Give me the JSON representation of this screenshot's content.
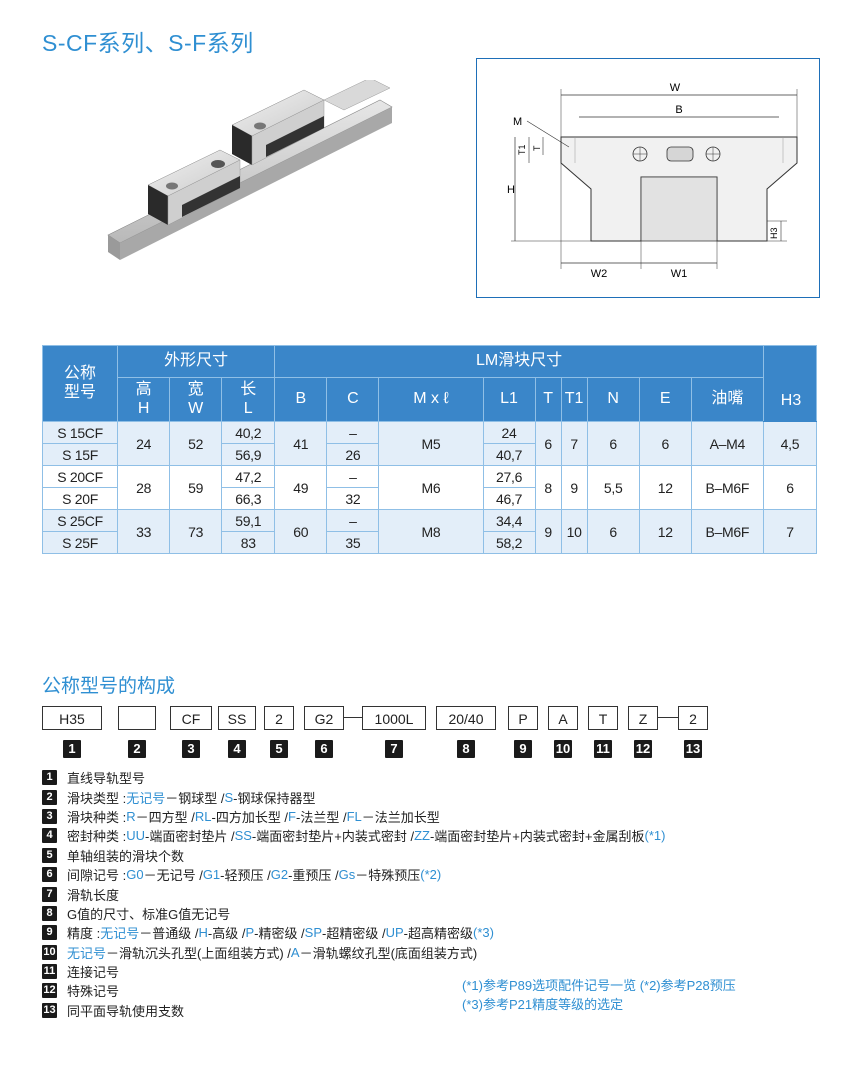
{
  "title": "S-CF系列、S-F系列",
  "diagram": {
    "labels": {
      "W": "W",
      "B": "B",
      "M": "M",
      "T1": "T1",
      "T": "T",
      "H": "H",
      "H3": "H3",
      "W2": "W2",
      "W1": "W1"
    }
  },
  "table": {
    "headers": {
      "model": "公称\n型号",
      "outer": "外形尺寸",
      "lm": "LM滑块尺寸",
      "H": "高\nH",
      "W": "宽\nW",
      "L": "长\nL",
      "B": "B",
      "C": "C",
      "Ml": "M x ℓ",
      "L1": "L1",
      "T": "T",
      "T1": "T1",
      "N": "N",
      "E": "E",
      "grease": "油嘴",
      "H3": "H3"
    },
    "groups": [
      {
        "rows": [
          {
            "model": "S 15CF",
            "L": "40,2",
            "C": "–",
            "L1": "24"
          },
          {
            "model": "S 15F",
            "L": "56,9",
            "C": "26",
            "L1": "40,7"
          }
        ],
        "H": "24",
        "W": "52",
        "B": "41",
        "M": "M5",
        "T": "6",
        "T1": "7",
        "N": "6",
        "E": "6",
        "grease": "A–M4",
        "H3": "4,5"
      },
      {
        "rows": [
          {
            "model": "S 20CF",
            "L": "47,2",
            "C": "–",
            "L1": "27,6"
          },
          {
            "model": "S 20F",
            "L": "66,3",
            "C": "32",
            "L1": "46,7"
          }
        ],
        "H": "28",
        "W": "59",
        "B": "49",
        "M": "M6",
        "T": "8",
        "T1": "9",
        "N": "5,5",
        "E": "12",
        "grease": "B–M6F",
        "H3": "6"
      },
      {
        "rows": [
          {
            "model": "S 25CF",
            "L": "59,1",
            "C": "–",
            "L1": "34,4"
          },
          {
            "model": "S 25F",
            "L": "83",
            "C": "35",
            "L1": "58,2"
          }
        ],
        "H": "33",
        "W": "73",
        "B": "60",
        "M": "M8",
        "T": "9",
        "T1": "10",
        "N": "6",
        "E": "12",
        "grease": "B–M6F",
        "H3": "7"
      }
    ]
  },
  "composition": {
    "title": "公称型号的构成",
    "boxes": [
      "H35",
      "",
      "CF",
      "SS",
      "2",
      "G2",
      "1000L",
      "20/40",
      "P",
      "A",
      "T",
      "Z",
      "2"
    ],
    "numbers": [
      "1",
      "2",
      "3",
      "4",
      "5",
      "6",
      "7",
      "8",
      "9",
      "10",
      "11",
      "12",
      "13"
    ],
    "legend": [
      {
        "n": "1",
        "parts": [
          {
            "t": "直线导轨型号"
          }
        ]
      },
      {
        "n": "2",
        "parts": [
          {
            "t": "滑块类型 : "
          },
          {
            "t": "无记号",
            "b": true
          },
          {
            "t": "－钢球型 / "
          },
          {
            "t": "S",
            "b": true
          },
          {
            "t": "-钢球保持器型"
          }
        ]
      },
      {
        "n": "3",
        "parts": [
          {
            "t": "滑块种类 : "
          },
          {
            "t": "R",
            "b": true
          },
          {
            "t": "－四方型 / "
          },
          {
            "t": "RL",
            "b": true
          },
          {
            "t": "-四方加长型 / "
          },
          {
            "t": "F",
            "b": true
          },
          {
            "t": "-法兰型 / "
          },
          {
            "t": "FL",
            "b": true
          },
          {
            "t": "－法兰加长型"
          }
        ]
      },
      {
        "n": "4",
        "parts": [
          {
            "t": "密封种类 : "
          },
          {
            "t": "UU",
            "b": true
          },
          {
            "t": "-端面密封垫片 / "
          },
          {
            "t": "SS",
            "b": true
          },
          {
            "t": "-端面密封垫片+内装式密封 / "
          },
          {
            "t": "ZZ",
            "b": true
          },
          {
            "t": "-端面密封垫片+内装式密封+金属刮板 "
          },
          {
            "t": "(*1)",
            "b": true
          }
        ]
      },
      {
        "n": "5",
        "parts": [
          {
            "t": "单轴组装的滑块个数"
          }
        ]
      },
      {
        "n": "6",
        "parts": [
          {
            "t": "间隙记号 : "
          },
          {
            "t": "G0",
            "b": true
          },
          {
            "t": "－无记号 / "
          },
          {
            "t": "G1",
            "b": true
          },
          {
            "t": "-轻预压 / "
          },
          {
            "t": "G2",
            "b": true
          },
          {
            "t": "-重预压 / "
          },
          {
            "t": "Gs",
            "b": true
          },
          {
            "t": "－特殊预压 "
          },
          {
            "t": "(*2)",
            "b": true
          }
        ]
      },
      {
        "n": "7",
        "parts": [
          {
            "t": "滑轨长度"
          }
        ]
      },
      {
        "n": "8",
        "parts": [
          {
            "t": "G值的尺寸、标准G值无记号"
          }
        ]
      },
      {
        "n": "9",
        "parts": [
          {
            "t": "精度 : "
          },
          {
            "t": "无记号",
            "b": true
          },
          {
            "t": "－普通级 / "
          },
          {
            "t": "H",
            "b": true
          },
          {
            "t": "-高级 / "
          },
          {
            "t": "P",
            "b": true
          },
          {
            "t": "-精密级 / "
          },
          {
            "t": "SP",
            "b": true
          },
          {
            "t": "-超精密级 / "
          },
          {
            "t": "UP",
            "b": true
          },
          {
            "t": "-超高精密级 "
          },
          {
            "t": "(*3)",
            "b": true
          }
        ]
      },
      {
        "n": "10",
        "parts": [
          {
            "t": "无记号",
            "b": true
          },
          {
            "t": "－滑轨沉头孔型(上面组装方式) / "
          },
          {
            "t": "A",
            "b": true
          },
          {
            "t": "－滑轨螺纹孔型(底面组装方式)"
          }
        ]
      },
      {
        "n": "11",
        "parts": [
          {
            "t": "连接记号"
          }
        ]
      },
      {
        "n": "12",
        "parts": [
          {
            "t": "特殊记号"
          }
        ]
      },
      {
        "n": "13",
        "parts": [
          {
            "t": "同平面导轨使用支数"
          }
        ]
      }
    ],
    "notes": [
      "(*1)参考P89选项配件记号一览  (*2)参考P28预压",
      "(*3)参考P21精度等级的选定"
    ]
  }
}
